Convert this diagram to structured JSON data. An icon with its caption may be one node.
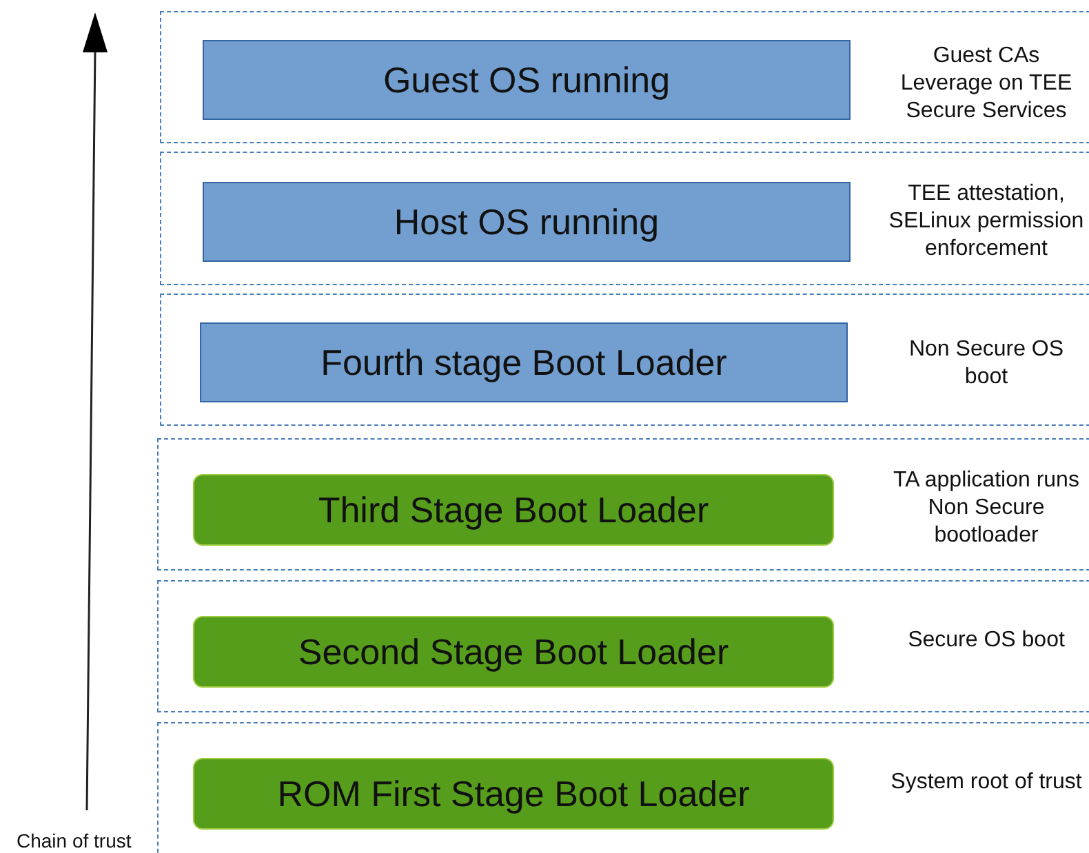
{
  "diagram": {
    "nodes": [
      {
        "text": [
          "Guest CAs Leverage on TEE Secure Services"
        ]
      },
      {
        "text": [
          "Guest OS running"
        ],
        "in": 0
      },
      {
        "text": [
          "TEE attestation, SELinux permission enforcement"
        ]
      },
      {
        "text": [
          "Host OS running"
        ],
        "in": 2
      },
      {
        "text": [
          "Non Secure OS boot"
        ]
      },
      {
        "text": [
          "Fourth stage Boot Loader"
        ],
        "in": 4
      },
      {
        "text": [
          "TA application runs Non Secure bootloader"
        ]
      },
      {
        "text": [
          "Third Stage Boot Loader"
        ],
        "in": 6
      },
      {
        "text": [
          "Secure OS boot"
        ]
      },
      {
        "text": [
          "Second Stage Boot Loader"
        ],
        "in": 8
      },
      {
        "text": [
          "System root of trust"
        ]
      },
      {
        "text": [
          "ROM First Stage Boot Loader"
        ],
        "in": 10
      }
    ],
    "labels": [
      "Chain of trust"
    ]
  }
}
